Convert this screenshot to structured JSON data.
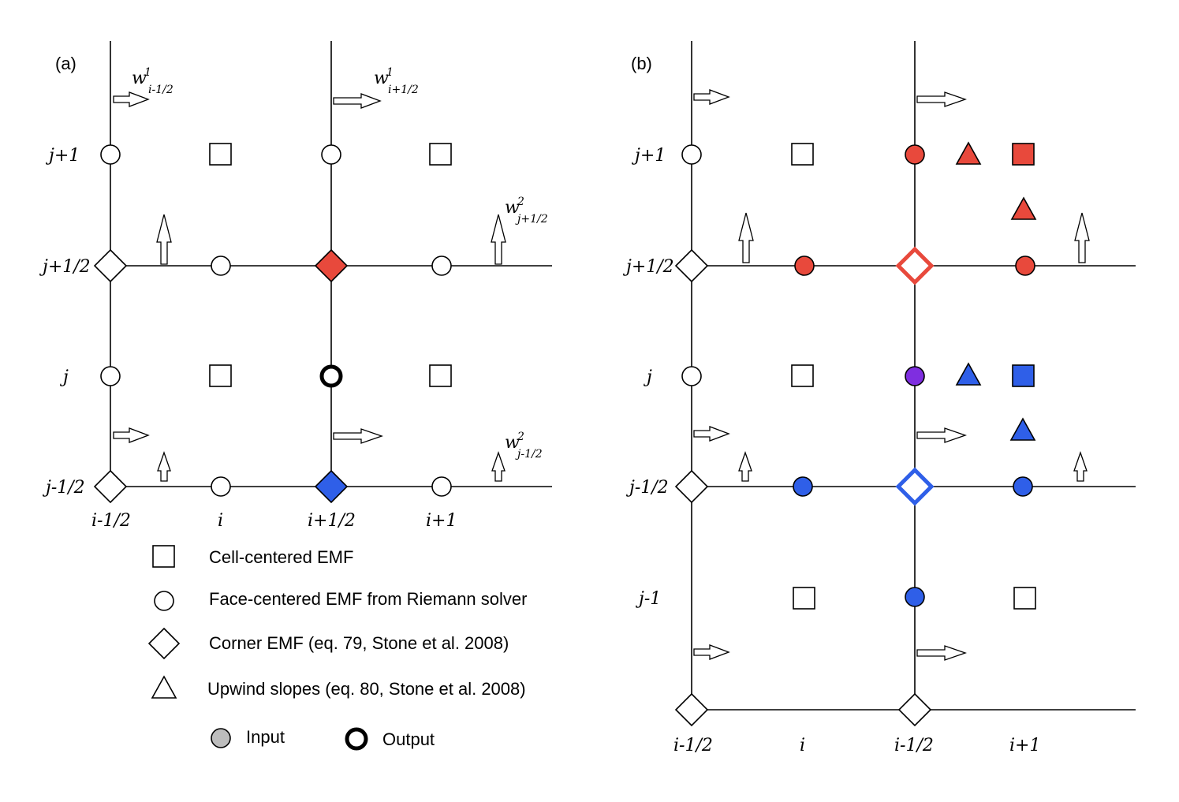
{
  "panels": {
    "a": {
      "label": "(a)",
      "row_labels": [
        "j+1",
        "j+1/2",
        "j",
        "j-1/2"
      ],
      "col_labels": [
        "i-1/2",
        "i",
        "i+1/2",
        "i+1"
      ],
      "wave_labels": [
        {
          "base": "w",
          "sup": "1",
          "sub": "i-1/2"
        },
        {
          "base": "w",
          "sup": "1",
          "sub": "i+1/2"
        },
        {
          "base": "w",
          "sup": "2",
          "sub": "j+1/2"
        },
        {
          "base": "w",
          "sup": "2",
          "sub": "j-1/2"
        }
      ]
    },
    "b": {
      "label": "(b)",
      "row_labels": [
        "j+1",
        "j+1/2",
        "j",
        "j-1/2",
        "j-1"
      ],
      "col_labels": [
        "i-1/2",
        "i",
        "i-1/2",
        "i+1"
      ]
    }
  },
  "legend": {
    "items": [
      {
        "symbol": "square",
        "text": "Cell-centered EMF"
      },
      {
        "symbol": "circle",
        "text": "Face-centered EMF from Riemann solver"
      },
      {
        "symbol": "diamond",
        "text": "Corner EMF (eq. 79, Stone et al. 2008)"
      },
      {
        "symbol": "triangle",
        "text": "Upwind slopes (eq. 80, Stone et al. 2008)"
      }
    ],
    "input_label": "Input",
    "output_label": "Output"
  },
  "colors": {
    "red": "#e8493c",
    "blue": "#2f5fe8",
    "purple": "#7f2ee0",
    "input_gray": "#bdbdbd"
  }
}
